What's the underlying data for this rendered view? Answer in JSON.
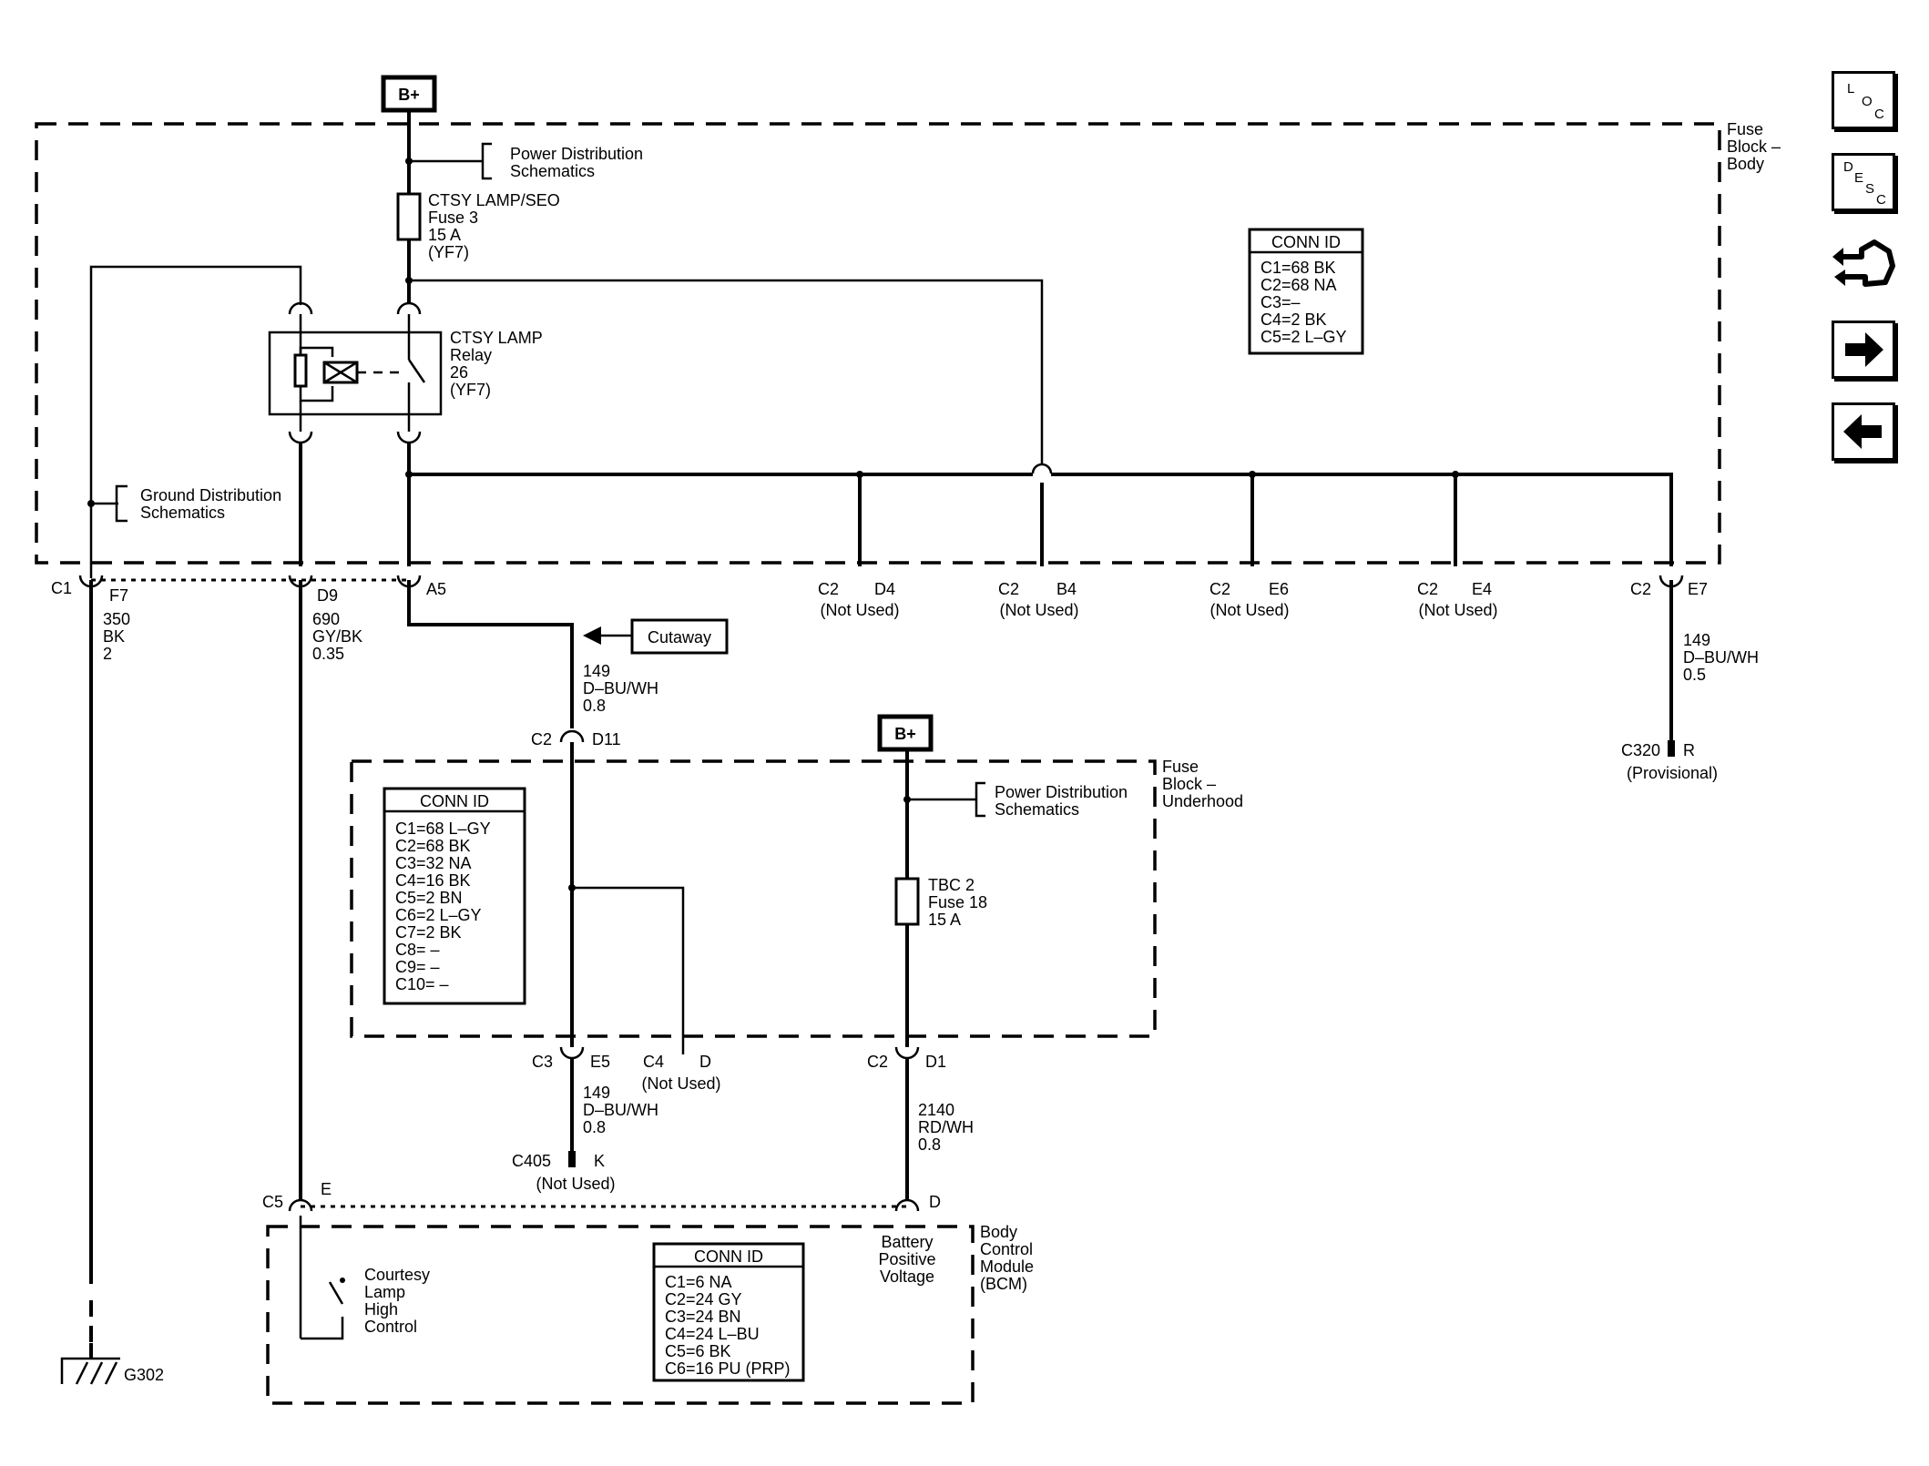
{
  "power": {
    "b_plus": "B+"
  },
  "fuse_block_body": {
    "label": [
      "Fuse",
      "Block –",
      "Body"
    ],
    "pds_ref": [
      "Power Distribution",
      "Schematics"
    ],
    "fuse": [
      "CTSY LAMP/SEO",
      "Fuse 3",
      "15 A",
      "(YF7)"
    ],
    "relay": [
      "CTSY LAMP",
      "Relay",
      "26",
      "(YF7)"
    ],
    "gds_ref": [
      "Ground Distribution",
      "Schematics"
    ],
    "conn_id_title": "CONN ID",
    "conn_id": [
      "C1=68 BK",
      "C2=68 NA",
      "C3=–",
      "C4=2 BK",
      "C5=2 L–GY"
    ]
  },
  "terminals_top": {
    "c1": "C1",
    "f7": "F7",
    "d9": "D9",
    "a5": "A5",
    "c2_d4": [
      "C2",
      "D4"
    ],
    "c2_b4": [
      "C2",
      "B4"
    ],
    "c2_e6": [
      "C2",
      "E6"
    ],
    "c2_e4": [
      "C2",
      "E4"
    ],
    "c2_e7": [
      "C2",
      "E7"
    ],
    "not_used": "(Not Used)"
  },
  "wires": {
    "w350": [
      "350",
      "BK",
      "2"
    ],
    "w690": [
      "690",
      "GY/BK",
      "0.35"
    ],
    "w149a": [
      "149",
      "D–BU/WH",
      "0.8"
    ],
    "w149b": [
      "149",
      "D–BU/WH",
      "0.5"
    ],
    "w149c": [
      "149",
      "D–BU/WH",
      "0.8"
    ],
    "w2140": [
      "2140",
      "RD/WH",
      "0.8"
    ]
  },
  "cutaway": "Cutaway",
  "c320": {
    "conn": "C320",
    "pin": "R",
    "note": "(Provisional)"
  },
  "fuse_block_underhood": {
    "label": [
      "Fuse",
      "Block –",
      "Underhood"
    ],
    "c2_d11": [
      "C2",
      "D11"
    ],
    "conn_id_title": "CONN ID",
    "conn_id": [
      "C1=68 L–GY",
      "C2=68 BK",
      "C3=32 NA",
      "C4=16 BK",
      "C5=2 BN",
      "C6=2 L–GY",
      "C7=2 BK",
      "C8= –",
      "C9= –",
      "C10= –"
    ],
    "pds_ref": [
      "Power Distribution",
      "Schematics"
    ],
    "fuse": [
      "TBC 2",
      "Fuse 18",
      "15 A"
    ],
    "c3_e5": [
      "C3",
      "E5"
    ],
    "c4_d": [
      "C4",
      "D"
    ],
    "c4_note": "(Not Used)",
    "c2_d1": [
      "C2",
      "D1"
    ]
  },
  "c405": {
    "conn": "C405",
    "pin": "K",
    "note": "(Not Used)"
  },
  "bcm": {
    "label": [
      "Body",
      "Control",
      "Module",
      "(BCM)"
    ],
    "c5": "C5",
    "pin_e": "E",
    "pin_d": "D",
    "courtesy": [
      "Courtesy",
      "Lamp",
      "High",
      "Control"
    ],
    "battery": [
      "Battery",
      "Positive",
      "Voltage"
    ],
    "conn_id_title": "CONN ID",
    "conn_id": [
      "C1=6 NA",
      "C2=24 GY",
      "C3=24 BN",
      "C4=24 L–BU",
      "C5=6 BK",
      "C6=16 PU (PRP)"
    ]
  },
  "ground": {
    "label": "G302"
  },
  "nav": {
    "loc": [
      "L",
      "O",
      "C"
    ],
    "desc": [
      "D",
      "E",
      "S",
      "C"
    ],
    "icons": [
      "harness-icon",
      "arrow-right-icon",
      "arrow-left-icon"
    ]
  }
}
